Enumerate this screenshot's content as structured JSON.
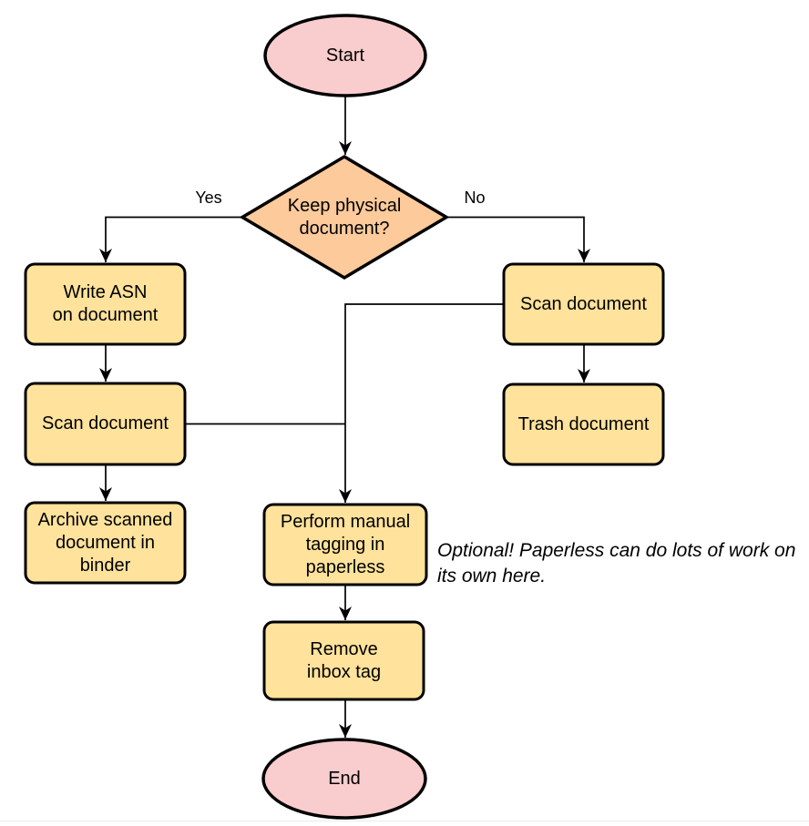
{
  "flowchart": {
    "nodes": {
      "start": {
        "label": "Start"
      },
      "decision": {
        "label": "Keep physical\ndocument?"
      },
      "write_asn": {
        "label": "Write ASN\non document"
      },
      "scan_left": {
        "label": "Scan document"
      },
      "archive": {
        "label": "Archive scanned\ndocument in\nbinder"
      },
      "scan_right": {
        "label": "Scan document"
      },
      "trash": {
        "label": "Trash document"
      },
      "perform_tagging": {
        "label": "Perform manual\ntagging in\npaperless"
      },
      "remove_inbox": {
        "label": "Remove\ninbox tag"
      },
      "end": {
        "label": "End"
      }
    },
    "edge_labels": {
      "yes": "Yes",
      "no": "No"
    },
    "note": "Optional! Paperless can do lots of work on its own here.",
    "colors": {
      "terminal_fill": "#F9CCCD",
      "decision_fill": "#FDCA9B",
      "process_fill": "#FFE29C",
      "stroke": "#000000",
      "page_edge_line": "#ECECEA"
    }
  }
}
